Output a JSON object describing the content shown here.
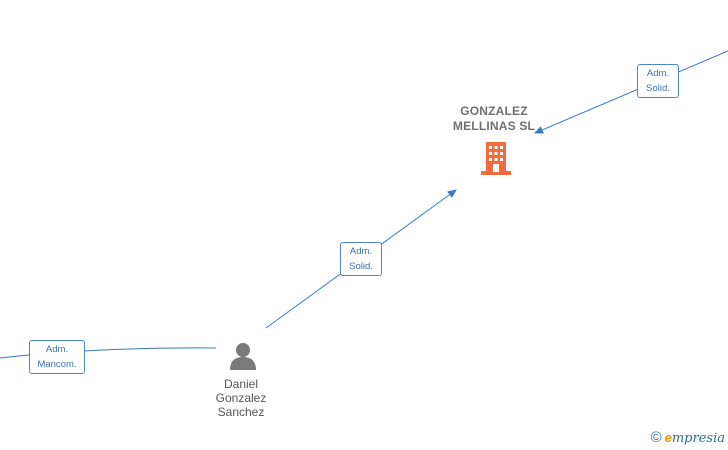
{
  "company": {
    "name_line1": "GONZALEZ",
    "name_line2": "MELLINAS  SL",
    "icon": "building-icon",
    "color": "#f26b3a"
  },
  "person": {
    "name_line1": "Daniel",
    "name_line2": "Gonzalez",
    "name_line3": "Sanchez",
    "icon": "person-icon",
    "color": "#7a7a7a"
  },
  "edges": [
    {
      "line1": "Adm.",
      "line2": "Solid."
    },
    {
      "line1": "Adm.",
      "line2": "Solid."
    },
    {
      "line1": "Adm.",
      "line2": "Mancom."
    }
  ],
  "edge_color": "#4a86c8",
  "watermark": {
    "copyright": "©",
    "brand_first": "e",
    "brand_rest": "mpresia"
  }
}
